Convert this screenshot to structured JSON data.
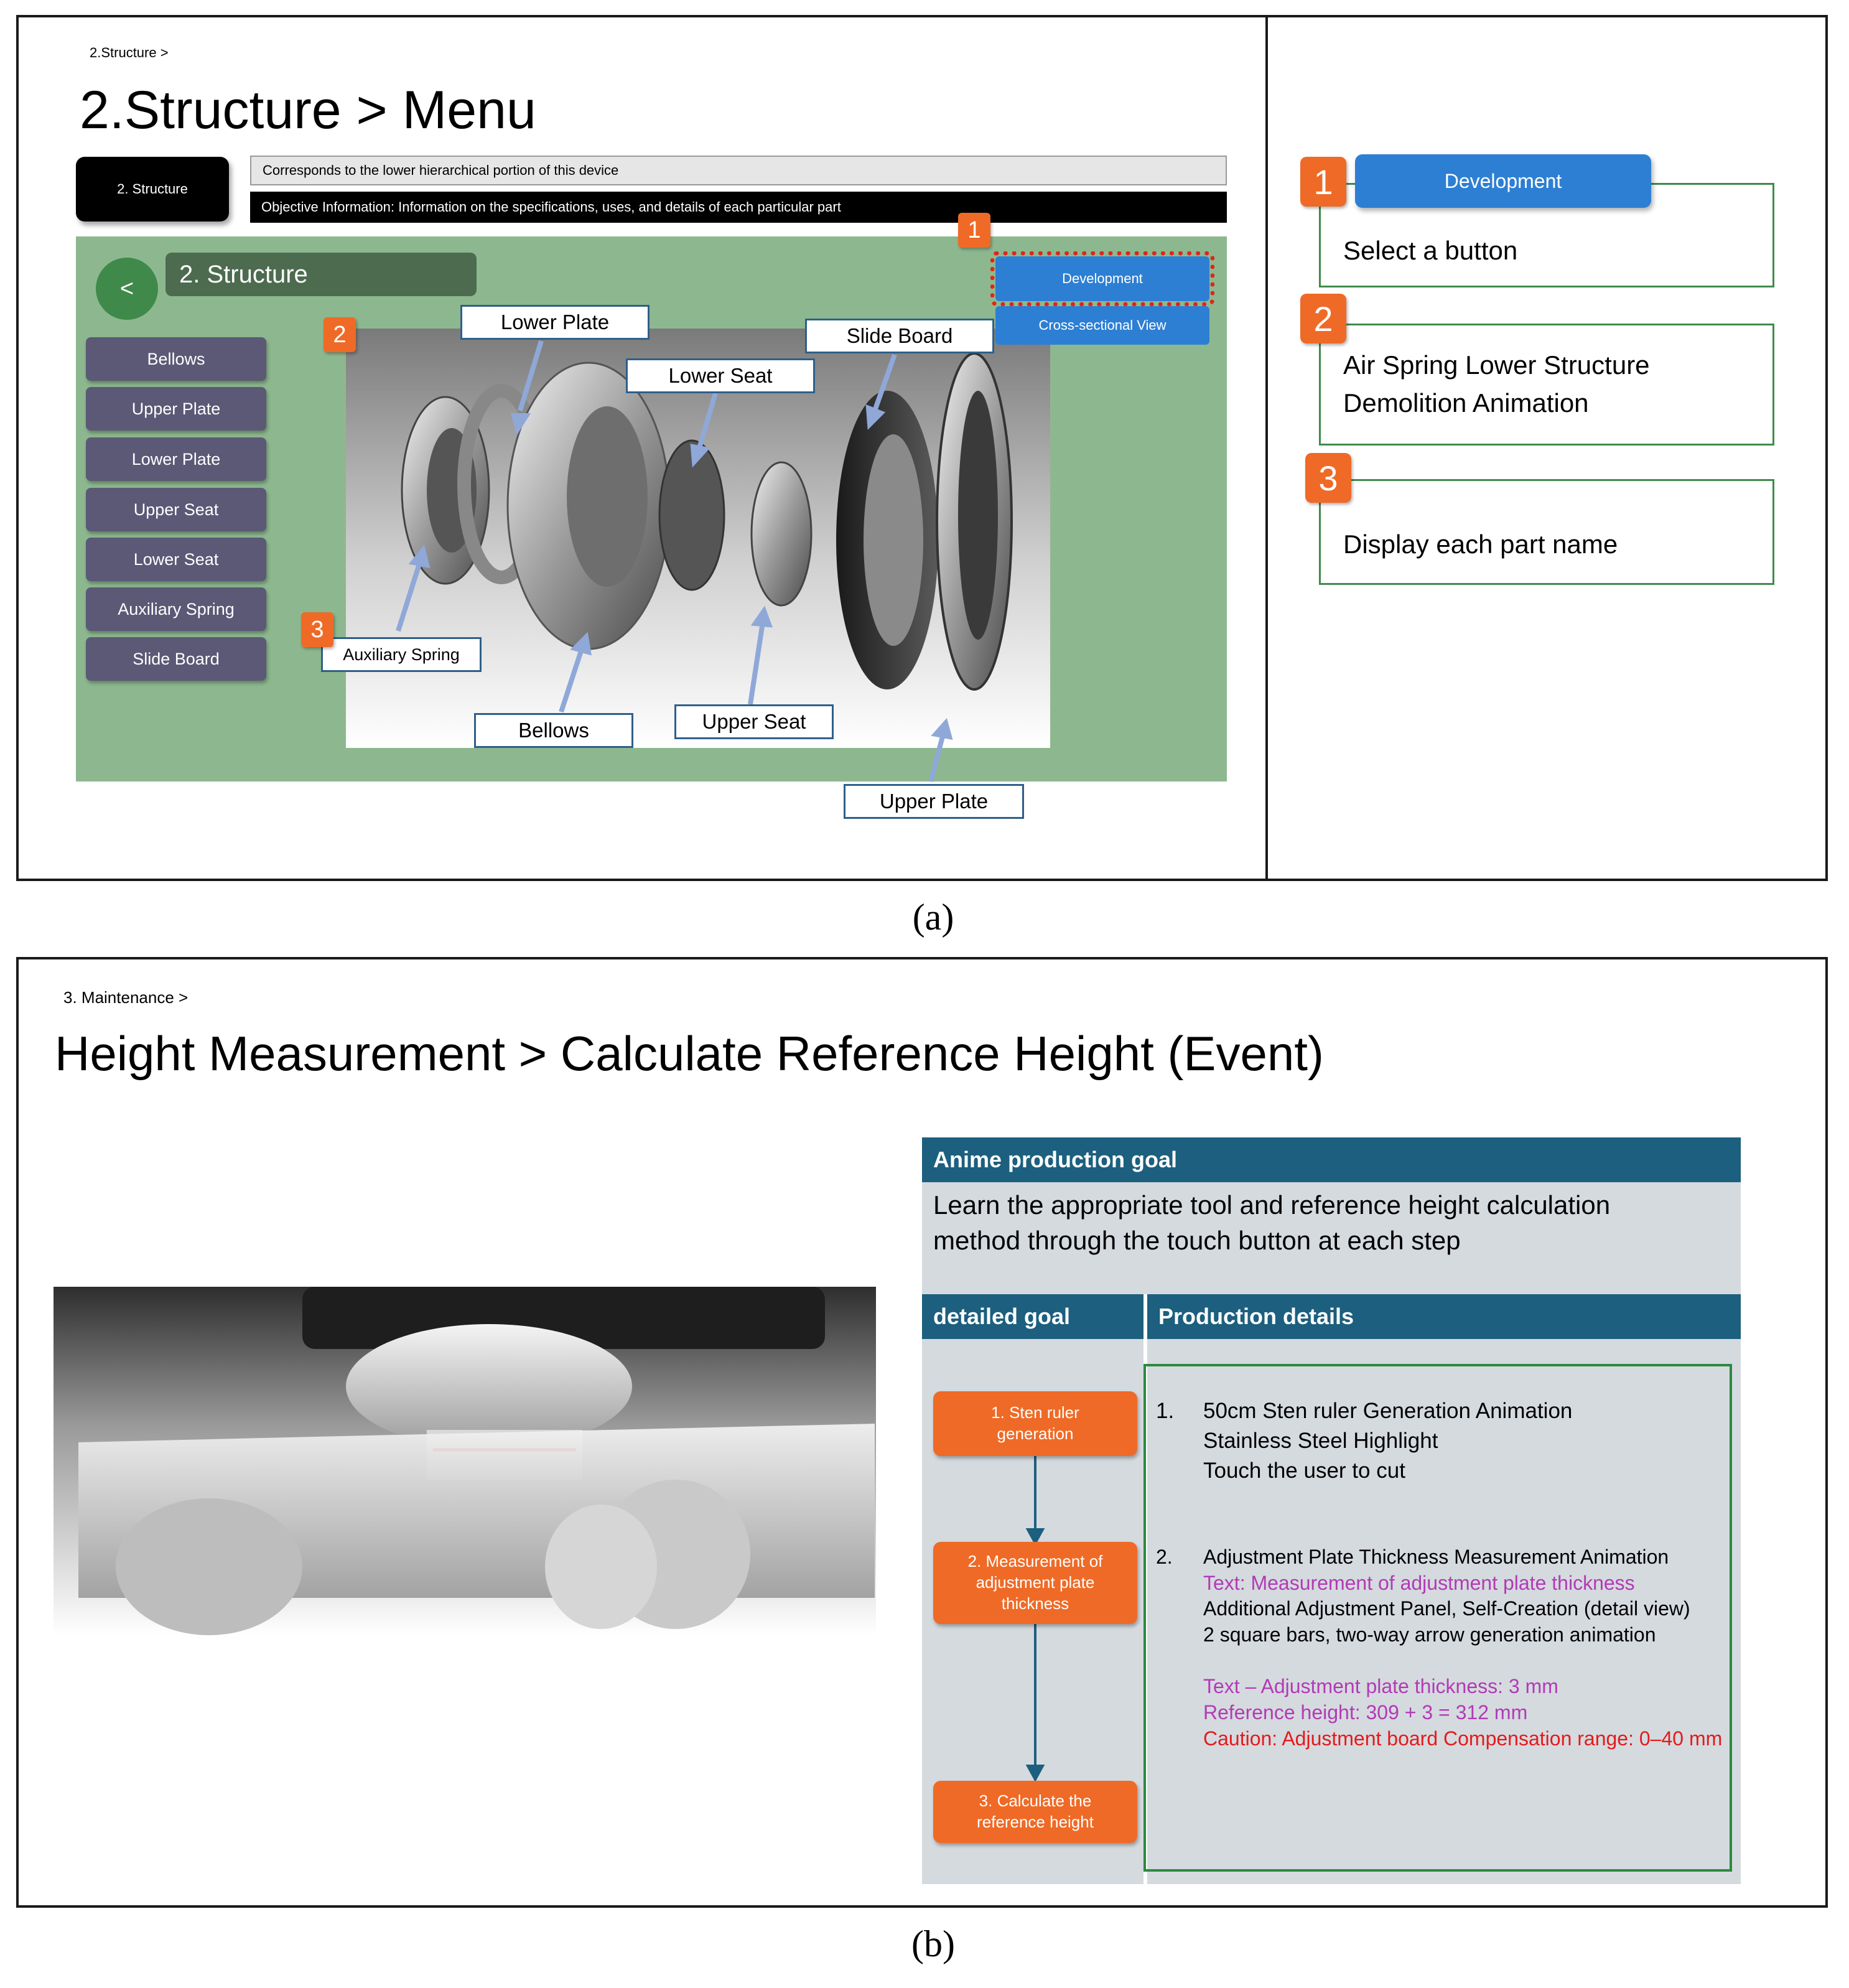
{
  "panel_a": {
    "breadcrumb": "2.Structure >",
    "title": "2.Structure > Menu",
    "black_tab": "2. Structure",
    "info_line": "Corresponds to the lower hierarchical portion of this device",
    "objective_line": "Objective Information: Information on the specifications, uses, and details of each particular part",
    "back_label": "<",
    "section_title": "2. Structure",
    "nav_items": [
      "Bellows",
      "Upper Plate",
      "Lower Plate",
      "Upper Seat",
      "Lower Seat",
      "Auxiliary Spring",
      "Slide Board"
    ],
    "buttons": {
      "development": "Development",
      "cross_section": "Cross-sectional View"
    },
    "part_labels": {
      "lower_plate": "Lower Plate",
      "lower_seat": "Lower Seat",
      "slide_board": "Slide Board",
      "auxiliary_spring": "Auxiliary Spring",
      "bellows": "Bellows",
      "upper_seat": "Upper Seat",
      "upper_plate": "Upper Plate"
    },
    "badges": [
      "1",
      "2",
      "3"
    ],
    "callouts": [
      {
        "number": "1",
        "button": "Development",
        "text": "Select a button"
      },
      {
        "number": "2",
        "text_lines": [
          "Air Spring Lower Structure",
          "Demolition Animation"
        ]
      },
      {
        "number": "3",
        "text": "Display each part name"
      }
    ],
    "caption": "(a)"
  },
  "panel_b": {
    "breadcrumb": "3. Maintenance >",
    "title": "Height Measurement > Calculate Reference Height (Event)",
    "goal_header": "Anime production goal",
    "goal_text": "Learn the appropriate tool and reference height calculation method through the touch button at each step",
    "col_detailed": "detailed goal",
    "col_production": "Production details",
    "steps": [
      "1. Sten ruler generation",
      "2. Measurement of adjustment plate thickness",
      "3. Calculate the reference height"
    ],
    "details": {
      "num1": "1.",
      "l1": "50cm Sten ruler Generation Animation",
      "l2": "Stainless Steel Highlight",
      "l3": "Touch the user to cut",
      "num2": "2.",
      "l4": "Adjustment Plate Thickness Measurement Animation",
      "l5": "Text: Measurement of adjustment plate thickness",
      "l6": "Additional Adjustment Panel, Self-Creation (detail view)",
      "l7": "2 square bars, two-way arrow generation animation",
      "l8": "Text – Adjustment plate thickness: 3 mm",
      "l9": "Reference height: 309 + 3 = 312 mm",
      "l10": "Caution: Adjustment board Compensation range: 0–40 mm"
    },
    "caption": "(b)"
  },
  "colors": {
    "green_area": "#8db88f",
    "nav_button": "#5b5976",
    "accent_blue": "#2d7fd3",
    "badge_orange": "#ef6a26",
    "teal_header": "#1c5f7e",
    "highlight_purple": "#b23bb5",
    "caution_red": "#e41b1b"
  }
}
